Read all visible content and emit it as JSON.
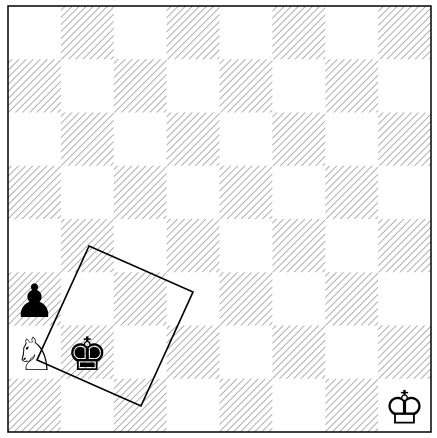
{
  "board": {
    "files": [
      "a",
      "b",
      "c",
      "d",
      "e",
      "f",
      "g",
      "h"
    ],
    "ranks": [
      "8",
      "7",
      "6",
      "5",
      "4",
      "3",
      "2",
      "1"
    ],
    "orientation": "white-bottom",
    "light_square_color": "#ffffff",
    "dark_square_pattern": "diagonal-hatch",
    "dark_square_hatch_color": "#9a9a9a",
    "border_color": "#000000"
  },
  "pieces": [
    {
      "square": "a3",
      "color": "black",
      "type": "pawn",
      "glyph": "♟"
    },
    {
      "square": "a2",
      "color": "white",
      "type": "knight",
      "glyph": "♘"
    },
    {
      "square": "b2",
      "color": "black",
      "type": "king",
      "glyph": "♚"
    },
    {
      "square": "h1",
      "color": "white",
      "type": "king",
      "glyph": "♔"
    }
  ],
  "overlay": {
    "type": "rotated-square-outline",
    "stroke_color": "#000000",
    "description_name": "selection-overlay"
  }
}
